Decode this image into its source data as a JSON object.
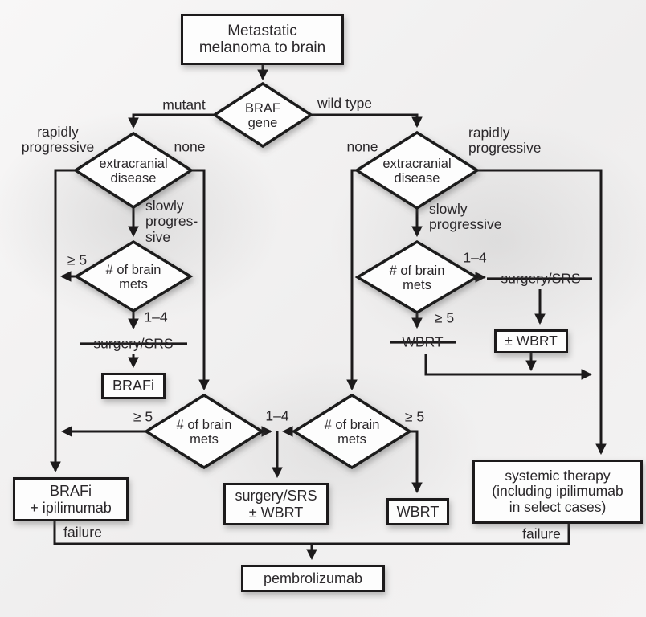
{
  "figure": {
    "boxes": {
      "start": "Metastatic\nmelanoma to brain",
      "brafi": "BRAFi",
      "brafi_ipilimumab": "BRAFi\n+ ipilimumab",
      "surgery_srs_wbrt": "surgery/SRS\n± WBRT",
      "wbrt": "WBRT",
      "plus_minus_wbrt": "± WBRT",
      "systemic_therapy": "systemic therapy\n(including ipilimumab\nin select cases)",
      "pembrolizumab": "pembrolizumab"
    },
    "diamonds": {
      "braf_gene": "BRAF\ngene",
      "extracranial_disease": "extracranial\ndisease",
      "brain_mets": "# of brain\nmets"
    },
    "edge_labels": {
      "mutant": "mutant",
      "wild_type": "wild type",
      "none": "none",
      "rapidly_progressive": "rapidly\nprogressive",
      "slowly_progressive_hyphenated": "slowly\nprogres-\nsive",
      "slowly_progressive": "slowly\nprogressive",
      "ge_five": "≥ 5",
      "one_to_four": "1–4",
      "failure": "failure"
    },
    "struck_out": {
      "surgery_srs": "surgery/SRS",
      "wbrt": "WBRT"
    },
    "colors": {
      "line": "#1c1a1b",
      "text": "#2a272a",
      "node_fill": "#fdfdfd",
      "background": "#f3f2f2"
    }
  }
}
